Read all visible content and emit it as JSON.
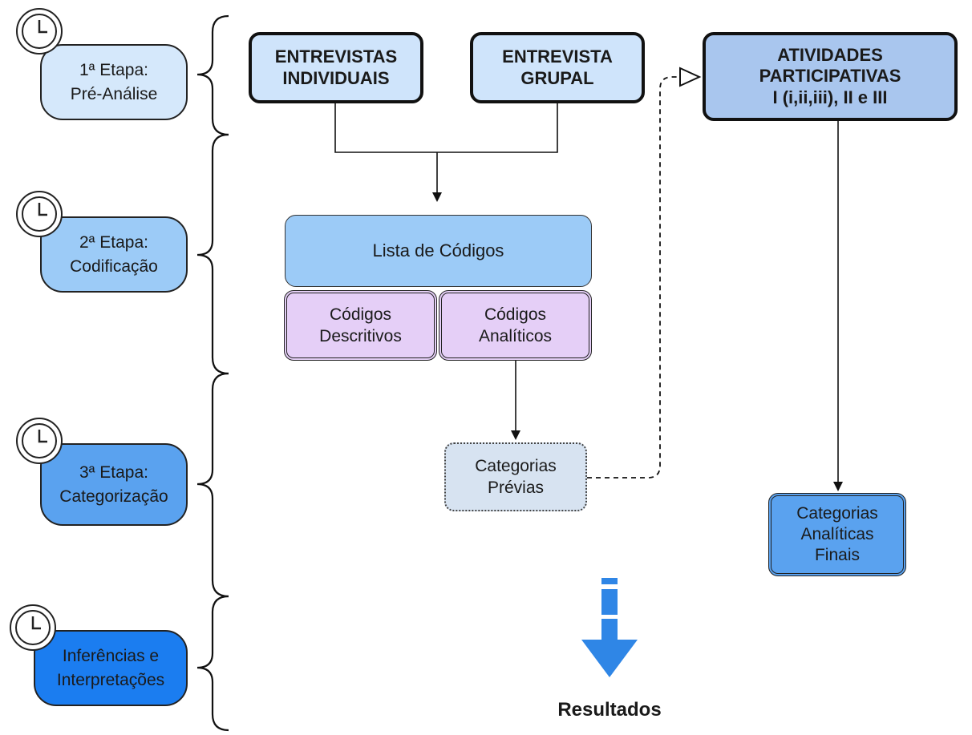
{
  "stages": [
    {
      "label": "1ª Etapa:\nPré-Análise",
      "color": "#d5e8fb",
      "icon": "clock-icon"
    },
    {
      "label": "2ª Etapa:\nCodificação",
      "color": "#9ccbf7",
      "icon": "clock-icon"
    },
    {
      "label": "3ª Etapa:\nCategorização",
      "color": "#5aa2ef",
      "icon": "clock-icon"
    },
    {
      "label": "Inferências e\nInterpretações",
      "color": "#1b7df0",
      "icon": "clock-icon"
    }
  ],
  "sources": {
    "individual": "ENTREVISTAS\nINDIVIDUAIS",
    "group": "ENTREVISTA\nGRUPAL",
    "participatory": "ATIVIDADES\nPARTICIPATIVAS\nI (i,ii,iii), II e III"
  },
  "codes": {
    "list": "Lista de Códigos",
    "descriptive": "Códigos\nDescritivos",
    "analytical": "Códigos\nAnalíticos"
  },
  "categories": {
    "prior": "Categorias\nPrévias",
    "final": "Categorias\nAnalíticas\nFinais"
  },
  "results": "Resultados",
  "colors": {
    "source_fill": "#cfe4fb",
    "participatory_fill": "#a9c6ee",
    "code_list_fill": "#9ccbf7",
    "code_fill": "#e5cff7",
    "prior_fill": "#d7e3f1",
    "final_fill": "#5aa2ef",
    "arrow_blue": "#2f86e6"
  }
}
